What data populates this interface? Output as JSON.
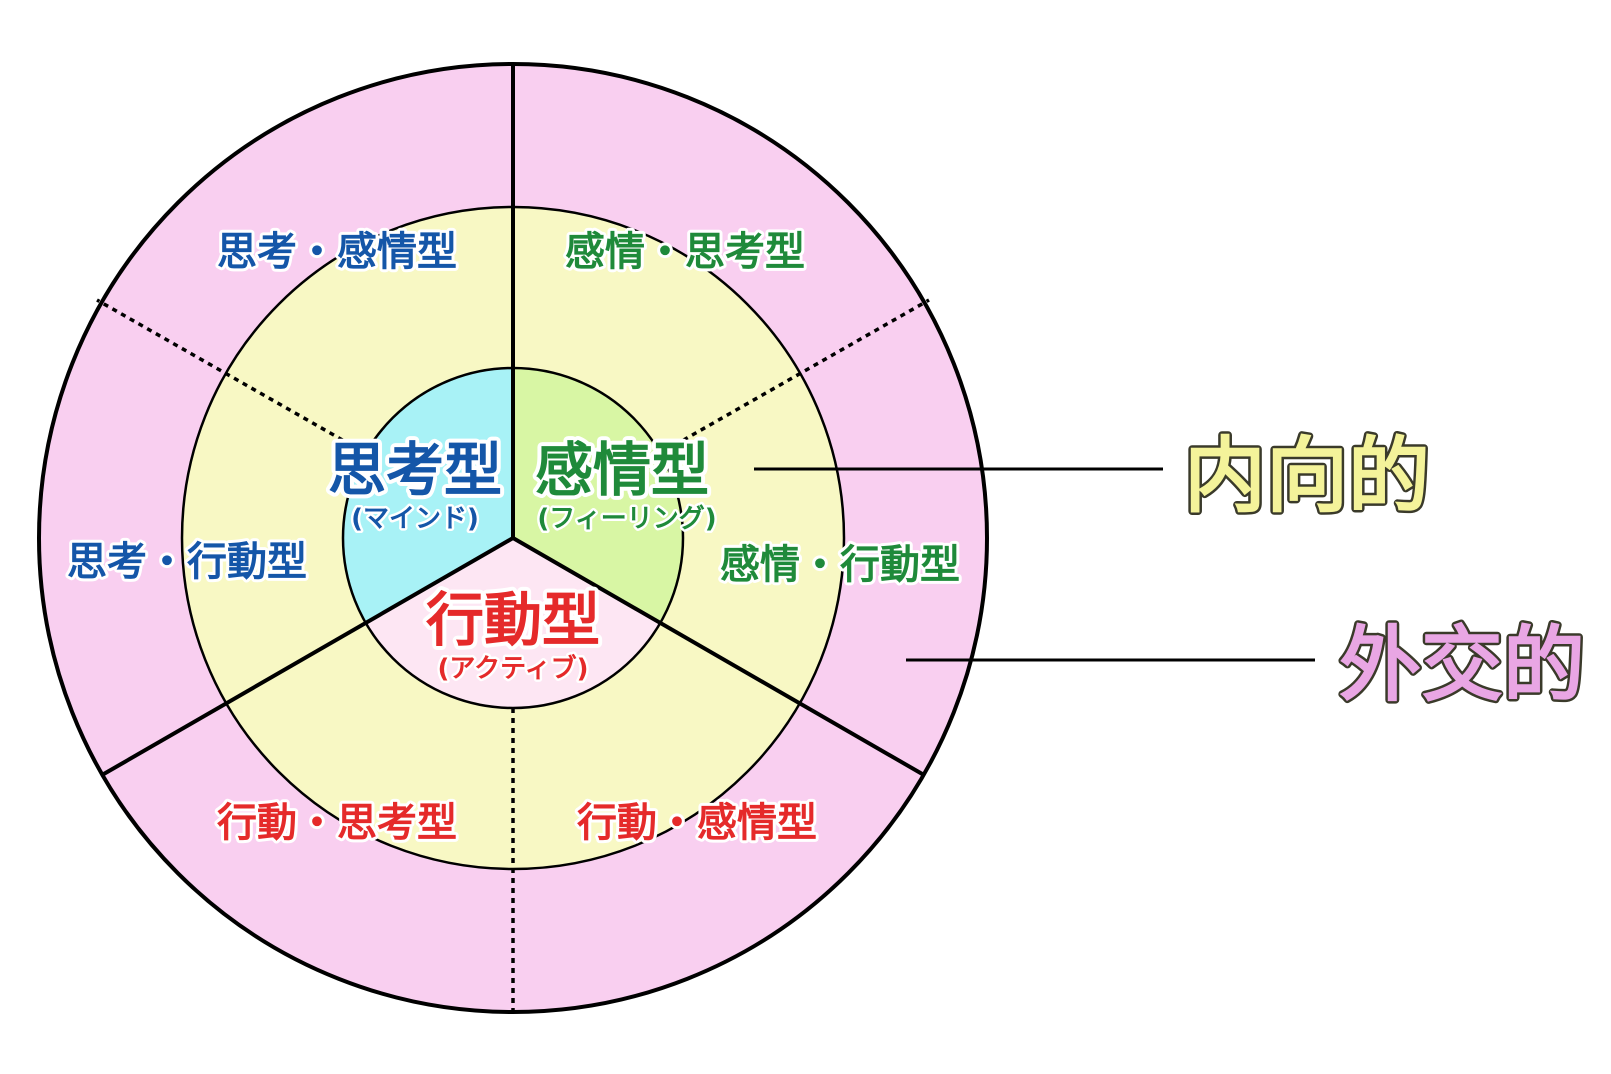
{
  "colors": {
    "outer_ring": "#f9cff0",
    "middle_ring": "#f8f8c4",
    "core_thinking": "#a8f2f6",
    "core_feeling": "#d8f6a4",
    "core_action": "#fde6f3",
    "blue": "#1456a8",
    "green": "#1f8a3a",
    "red": "#e52a2a",
    "introvert": "#f4f39a",
    "extrovert": "#e9a6e4"
  },
  "core": {
    "thinking": {
      "label": "思考型",
      "sub": "(マインド)"
    },
    "feeling": {
      "label": "感情型",
      "sub": "(フィーリング)"
    },
    "action": {
      "label": "行動型",
      "sub": "(アクティブ)"
    }
  },
  "outer": {
    "thinking_feeling": "思考・感情型",
    "feeling_thinking": "感情・思考型",
    "thinking_action": "思考・行動型",
    "feeling_action": "感情・行動型",
    "action_thinking": "行動・思考型",
    "action_feeling": "行動・感情型"
  },
  "callouts": {
    "introvert": "内向的",
    "extrovert": "外交的"
  }
}
